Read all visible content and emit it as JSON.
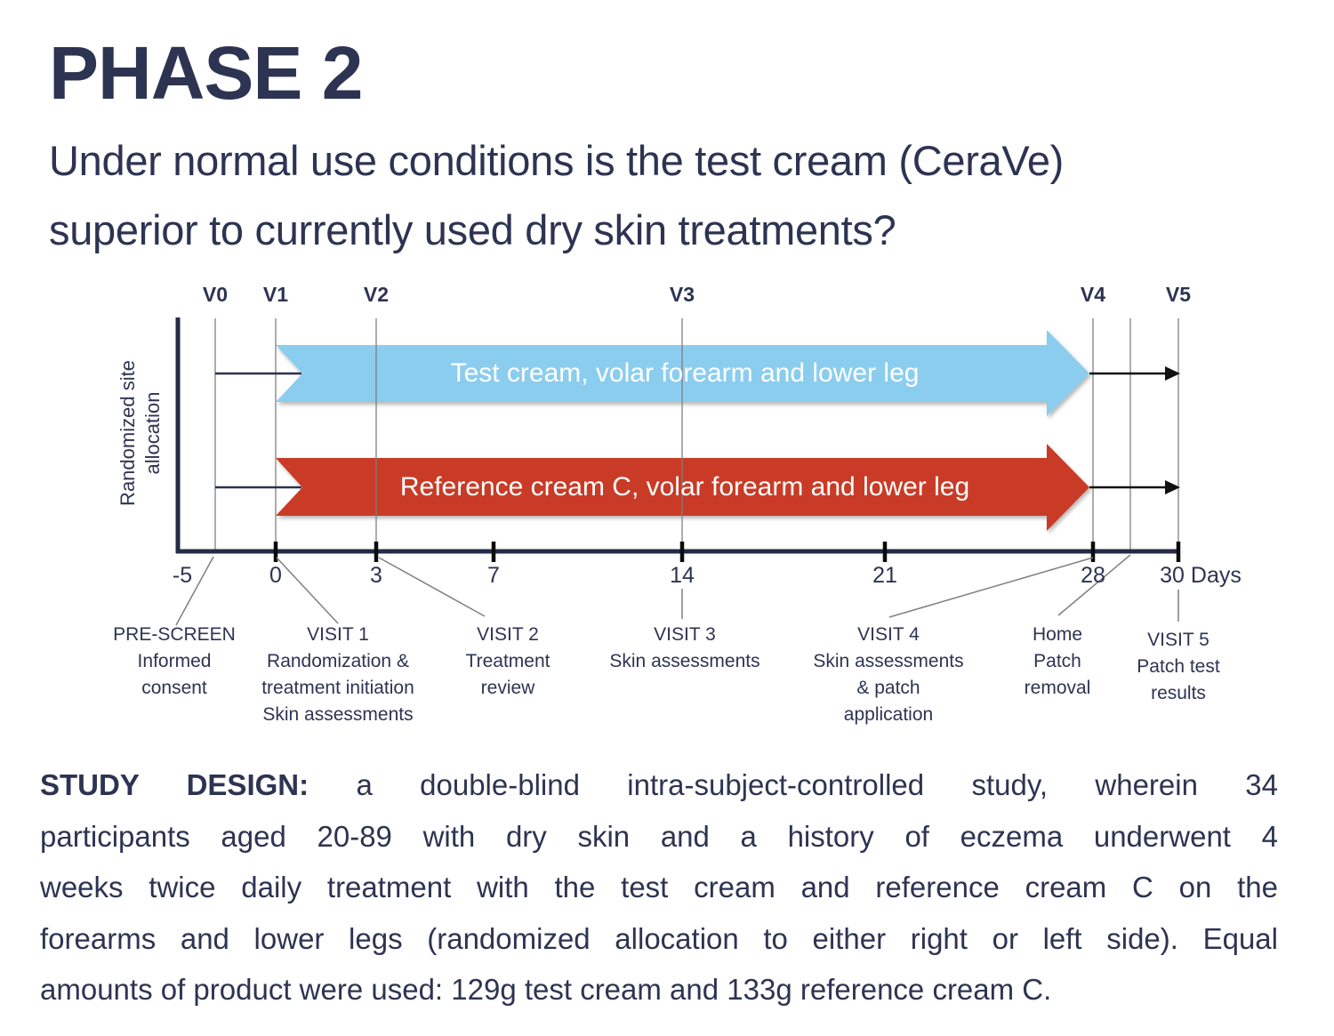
{
  "page": {
    "title": "PHASE 2",
    "subtitle_line1": "Under normal use conditions is the test cream (CeraVe)",
    "subtitle_line2": "superior to currently used dry skin treatments?"
  },
  "colors": {
    "navy_text": "#2d3452",
    "axis_navy": "#242b45",
    "test_arrow_blue": "#8bcdee",
    "reference_arrow_red": "#c93a26",
    "gridline_gray": "#7f7f7f",
    "tick_black": "#0b0b0b",
    "arrow_label_white": "#ffffff"
  },
  "timeline": {
    "y_axis_label_line1": "Randomized site",
    "y_axis_label_line2": "allocation",
    "visit_markers": [
      "V0",
      "V1",
      "V2",
      "V3",
      "V4",
      "V5"
    ],
    "day_ticks": [
      "-5",
      "0",
      "3",
      "7",
      "14",
      "21",
      "28"
    ],
    "day_axis_end_label": "30 Days",
    "arrows": {
      "test": "Test cream, volar forearm and lower leg",
      "reference": "Reference cream C, volar forearm and lower leg"
    },
    "events": [
      {
        "lines": [
          "PRE-SCREEN",
          "Informed",
          "consent"
        ]
      },
      {
        "lines": [
          "VISIT 1",
          "Randomization &",
          "treatment initiation",
          "Skin assessments"
        ]
      },
      {
        "lines": [
          "VISIT 2",
          "Treatment",
          "review"
        ]
      },
      {
        "lines": [
          "VISIT 3",
          "Skin assessments"
        ]
      },
      {
        "lines": [
          "VISIT 4",
          "Skin assessments",
          "& patch",
          "application"
        ]
      },
      {
        "lines": [
          "Home",
          "Patch",
          "removal"
        ]
      },
      {
        "lines": [
          "VISIT 5",
          "Patch test",
          "results"
        ]
      }
    ]
  },
  "study_design": {
    "label": "STUDY DESIGN:",
    "line1_rest": "a double-blind intra-subject-controlled study, wherein 34",
    "line2": "participants aged 20-89 with dry skin and a history of eczema underwent 4",
    "line3": "weeks twice daily treatment with the test cream and reference cream C on the",
    "line4": "forearms and lower legs (randomized allocation to either right or left side). Equal",
    "line5": "amounts of product were used: 129g test cream and 133g reference cream C."
  }
}
